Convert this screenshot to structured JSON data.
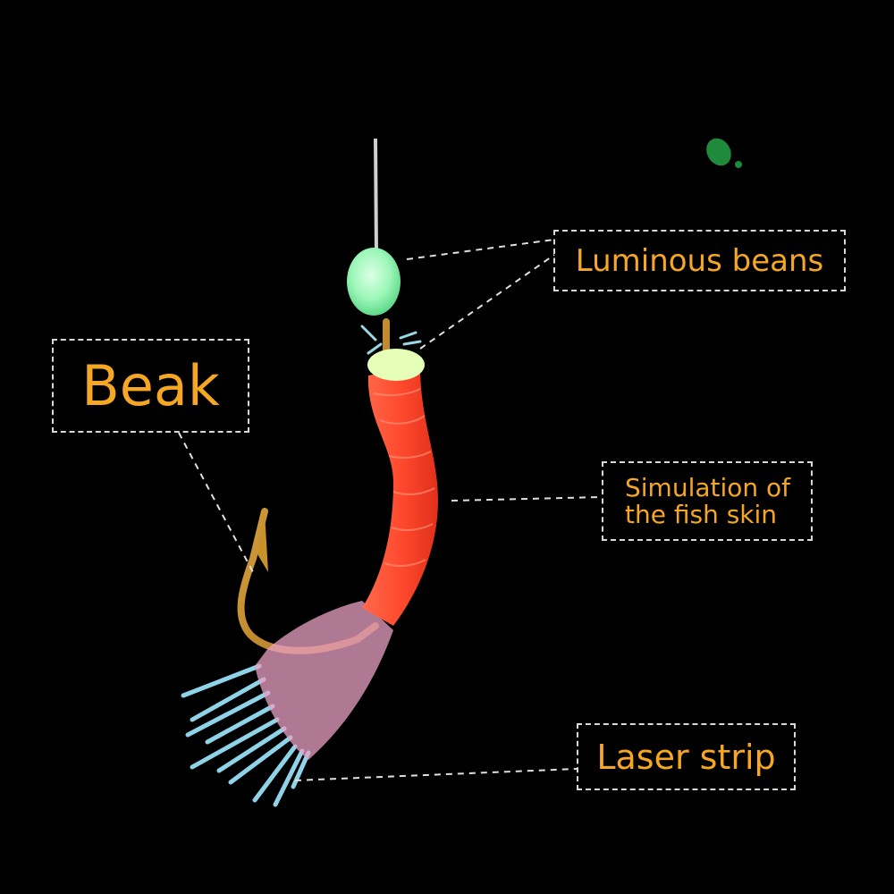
{
  "labels": {
    "beak": "Beak",
    "luminous": "Luminous beans",
    "skin_line1": "Simulation of",
    "skin_line2": "the fish skin",
    "laser": "Laser strip"
  },
  "colors": {
    "background": "#000000",
    "label_text": "#f5a623",
    "label_border": "#d9d9d9",
    "bead": "#9cf7b8",
    "skin": "#ff4a2e",
    "hook": "#c8922a",
    "laser_strip": "#e9a0c4"
  }
}
